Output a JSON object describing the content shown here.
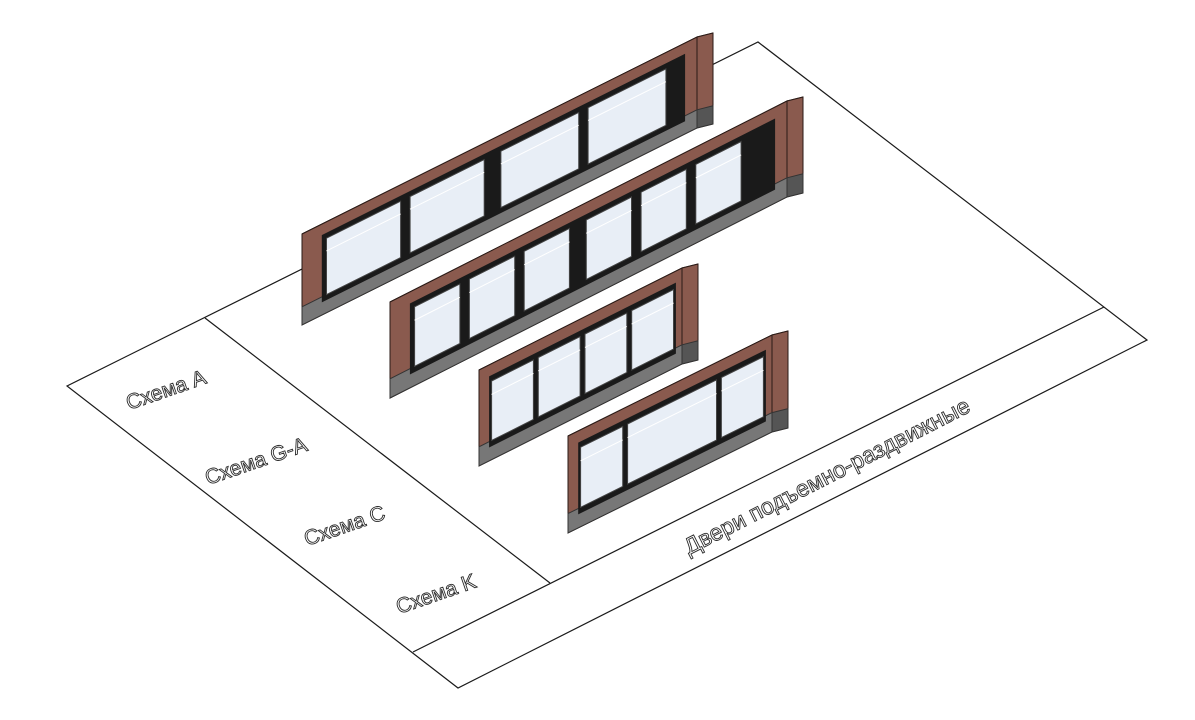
{
  "scheme_labels": {
    "a": "Схема A",
    "ga": "Схема G-A",
    "c": "Схема C",
    "k": "Схема K"
  },
  "category_label": "Двери подъемно-раздвижные",
  "colors": {
    "frame": "#8a5a4e",
    "frame_dark": "#6b4036",
    "frame_light": "#a9786b",
    "base": "#777777",
    "base_dark": "#555555",
    "glass": "#e8eef6",
    "profile": "#1a1a1a"
  }
}
